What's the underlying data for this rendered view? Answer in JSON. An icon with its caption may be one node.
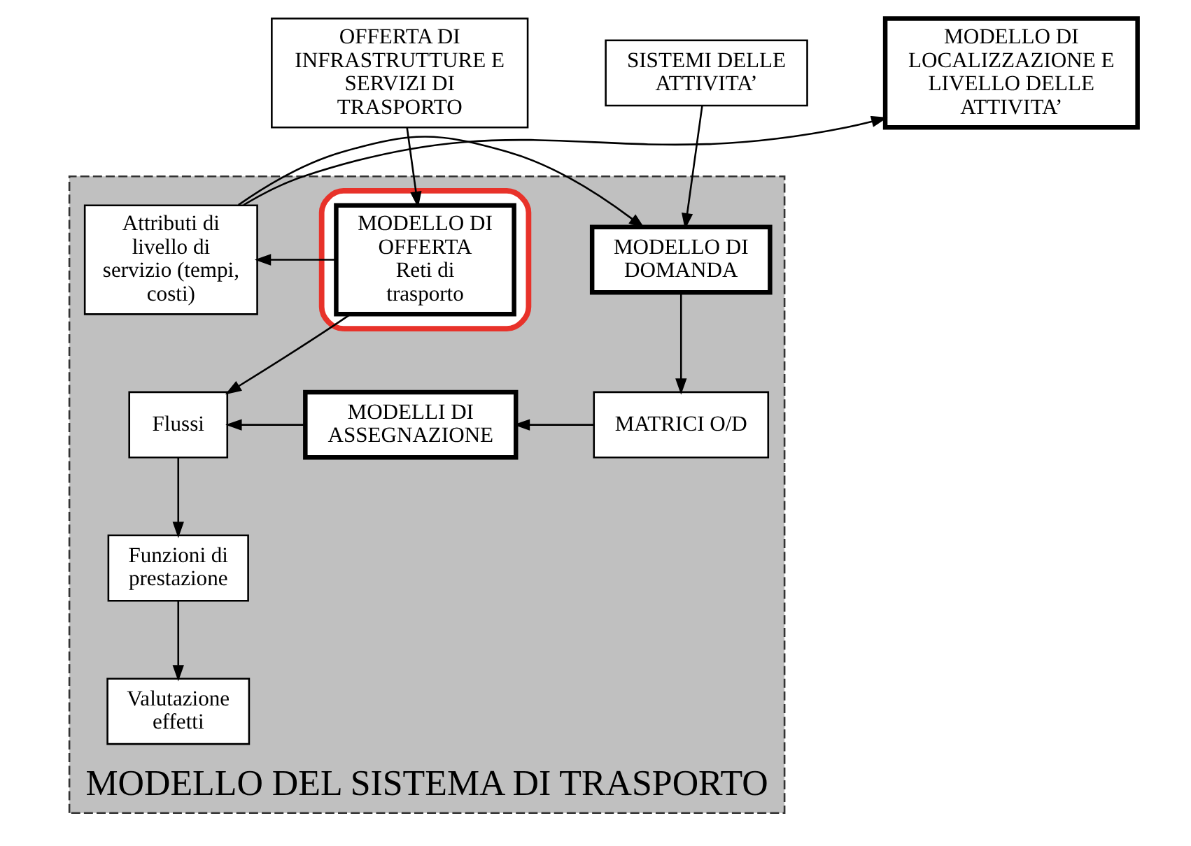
{
  "diagram": {
    "nodes": [
      {
        "text": [
          "OFFERTA DI INFRASTRUTTURE E SERVIZI DI TRASPORTO"
        ]
      },
      {
        "text": [
          "MODELLO DI LOCALIZZAZIONE E LIVELLO DELLE ATTIVITA’"
        ]
      },
      {
        "text": [
          "SISTEMI DELLE ATTIVITA’"
        ]
      },
      {
        "text": [
          "MODELLO DEL SISTEMA DI TRASPORTO"
        ]
      },
      {
        "text": [],
        "shape": "ellipse",
        "in": 3
      },
      {
        "text": [
          "MODELLO DI OFFERTA",
          "Reti di trasporto"
        ],
        "in": 4
      },
      {
        "text": [
          "Attributi di livello di servizio (tempi, costi)"
        ],
        "in": 3
      },
      {
        "text": [
          "MODELLO DI DOMANDA"
        ],
        "in": 3
      },
      {
        "text": [
          "Flussi"
        ],
        "in": 3
      },
      {
        "text": [
          "MODELLI DI ASSEGNAZIONE"
        ],
        "in": 3
      },
      {
        "text": [
          "MATRICI O/D"
        ],
        "in": 3
      },
      {
        "text": [
          "Funzioni di prestazione"
        ],
        "in": 3
      },
      {
        "text": [
          "Valutazione effetti"
        ],
        "in": 3
      }
    ],
    "edges": [
      {
        "from": 0,
        "to": 5,
        "arrow": "to"
      },
      {
        "from": 5,
        "to": 6,
        "arrow": "to"
      },
      {
        "from": 6,
        "to": 1,
        "arrow": "to"
      },
      {
        "from": 2,
        "to": 7,
        "arrow": "to"
      },
      {
        "from": 6,
        "to": 7,
        "arrow": "to"
      },
      {
        "from": 7,
        "to": 10,
        "arrow": "to"
      },
      {
        "from": 10,
        "to": 9,
        "arrow": "to"
      },
      {
        "from": 9,
        "to": 8,
        "arrow": "to"
      },
      {
        "from": 5,
        "to": 8,
        "arrow": "to"
      },
      {
        "from": 8,
        "to": 11,
        "arrow": "to"
      },
      {
        "from": 11,
        "to": 12,
        "arrow": "to"
      }
    ]
  }
}
